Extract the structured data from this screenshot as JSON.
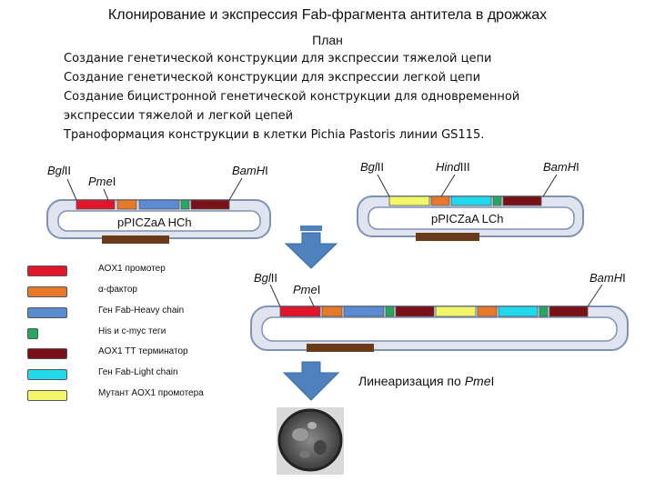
{
  "title": "Клонирование и экспрессия Fab-фрагмента антитела в дрожжах",
  "plan": {
    "heading": "План",
    "steps": [
      "Создание генетической конструкции для экспрессии тяжелой цепи",
      "Создание генетической конструкции для экспрессии легкой цепи",
      "Создание бицистронной генетической конструкции для одновременной",
      "экспрессии тяжелой и легкой цепей",
      "Траноформация конструкции в клетки Pichia Pastoris линии GS115."
    ]
  },
  "sites": {
    "bgl_prefix": "Bgl",
    "bgl_suffix": "II",
    "pme_prefix": "Pme",
    "pme_suffix": "I",
    "bam_prefix": "Bam",
    "bam_h": "H",
    "bam_suffix": "I",
    "hind_prefix": "Hind",
    "hind_suffix": "III"
  },
  "plasmids": {
    "heavy": "pPICZaA HCh",
    "light": "pPICZaA LCh"
  },
  "legend": [
    {
      "label": "AOX1 промотер",
      "color": "#e0162b"
    },
    {
      "label": "α-фактор",
      "color": "#e8782a"
    },
    {
      "label": "Ген Fab-Heavy chain",
      "color": "#5b8bd0"
    },
    {
      "label": "His и c-myc теги",
      "color": "#27a860"
    },
    {
      "label": "AOX1 TT терминатор",
      "color": "#7a1018"
    },
    {
      "label": "Ген Fab-Light chain",
      "color": "#22d8ec"
    },
    {
      "label": "Мутант AOX1 промотера",
      "color": "#f4f66a"
    }
  ],
  "linearization": {
    "prefix": "Линеаризация по ",
    "enzyme": "Pme",
    "suffix": "I"
  },
  "colors": {
    "backbone_fill": "#dfe4ef",
    "backbone_stroke": "#7f92b5",
    "marker": "#6b3a18",
    "arrow": "#4f81bd"
  },
  "icons": {
    "cell": "yeast-cell-micrograph-icon"
  }
}
